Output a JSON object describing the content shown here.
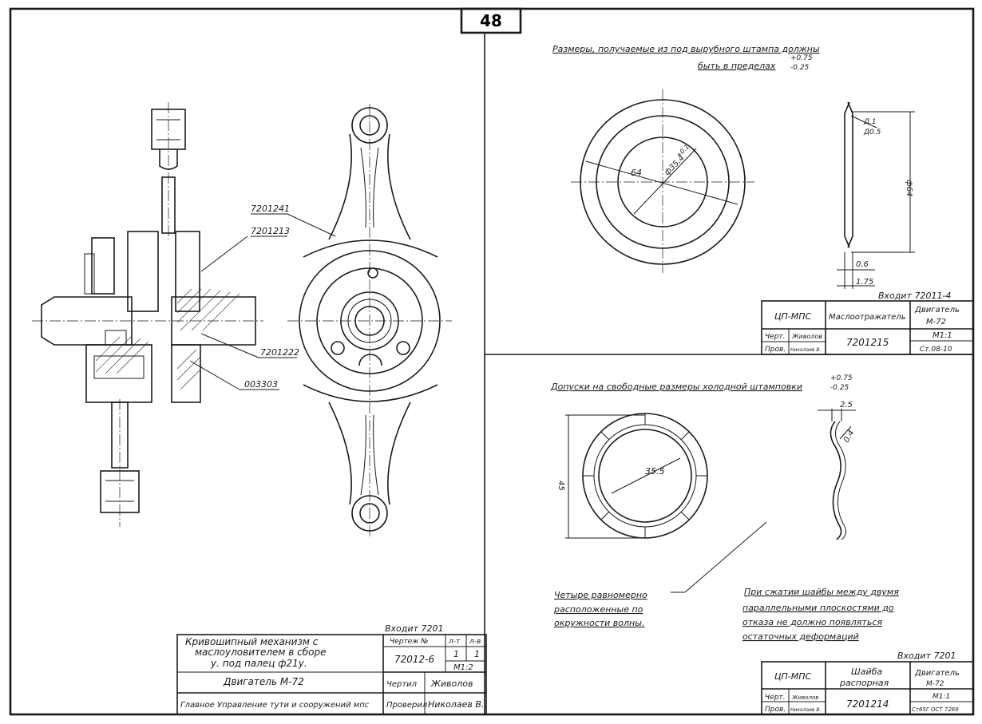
{
  "page_number": "48",
  "sheet1": {
    "leaders": [
      "7201241",
      "7201213",
      "7201222",
      "003303"
    ],
    "title_block": {
      "included_in": "Входит 7201",
      "title_lines": [
        "Кривошипный механизм с",
        "маслоуловителем в сборе",
        "у. под палец ф21у."
      ],
      "engine": "Двигатель М-72",
      "org": "Главное Управление тути и сооружений мпс",
      "col_drawing": "Чертеж №",
      "col_sheet": "л-т",
      "col_sheets": "л-в",
      "drawing_no": "72012-6",
      "sheet": "1",
      "sheets": "1",
      "scale": "М1:2",
      "drew_label": "Чертил",
      "drew_name": "Живолов",
      "checked_label": "Проверил",
      "checked_name": "Николаев В."
    }
  },
  "sheet2": {
    "note_line1": "Размеры, получаемые из под вырубного штампа должны",
    "note_line2": "быть в пределах",
    "tol_upper": "+0.75",
    "tol_lower": "-0.25",
    "dims": {
      "outer": "64",
      "inner": "ф35.4",
      "inner_tol": "+0.1",
      "dia_side": "ф64",
      "gap": "Д.1",
      "gap2": "Д0.5",
      "thick": "0.6",
      "height": "1.75"
    },
    "title_block": {
      "included_in": "Входит 72011-4",
      "dept": "ЦП-МПС",
      "name": "Маслоотражатель",
      "engine_line1": "Двигатель",
      "engine_line2": "М-72",
      "drew_label": "Черт.",
      "drew_name": "Живолов",
      "checked_label": "Пров.",
      "checked_name": "Николаев В.",
      "part_no": "7201215",
      "scale": "М1:1",
      "material": "Ст.08-10"
    }
  },
  "sheet3": {
    "note": "Допуски на свободные размеры холодной штамповки",
    "tol_upper": "+0.75",
    "tol_lower": "-0.25",
    "dims": {
      "inner": "35.5",
      "side": "45",
      "width": "2.5",
      "thick": "0.4"
    },
    "note_left": [
      "Четыре равномерно",
      "расположенные по",
      "окружности волны."
    ],
    "note_right": [
      "При сжатии шайбы между двумя",
      "параллельными плоскостями до",
      "отказа не должно появляться",
      "остаточных деформаций"
    ],
    "title_block": {
      "included_in": "Входит 7201",
      "dept": "ЦП-МПС",
      "name_line1": "Шайба",
      "name_line2": "распорная",
      "engine_line1": "Двигатель",
      "engine_line2": "М-72",
      "drew_label": "Черт.",
      "drew_name": "Живолов",
      "checked_label": "Пров.",
      "checked_name": "Николаев В.",
      "part_no": "7201214",
      "scale": "М1:1",
      "material": "Ст65Г ОСТ 7269"
    }
  }
}
